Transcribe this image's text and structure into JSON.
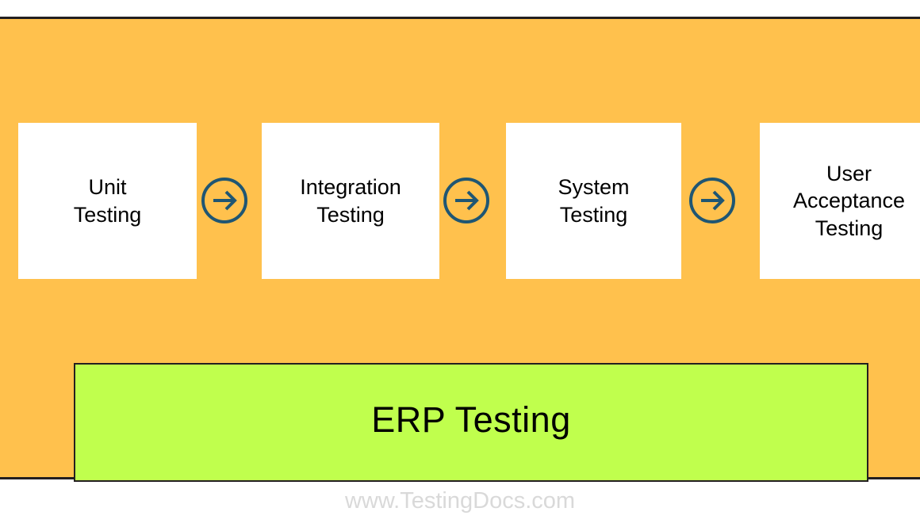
{
  "diagram": {
    "title_watermark": "www.TestingDocs.com",
    "colors": {
      "panel_background": "#FFC14D",
      "box_background": "#FFFFFF",
      "summary_background": "#C0FF4D",
      "arrow": "#1F5673",
      "text": "#000000",
      "border": "#231F20",
      "watermark_text": "#D9D9D9"
    },
    "stages": [
      {
        "label": "Unit\nTesting",
        "icon": "box-step"
      },
      {
        "label": "Integration\nTesting",
        "icon": "box-step"
      },
      {
        "label": "System\nTesting",
        "icon": "box-step"
      },
      {
        "label": "User\nAcceptance\nTesting",
        "icon": "box-step"
      }
    ],
    "connectors": [
      {
        "icon": "arrow-right-circle-icon"
      },
      {
        "icon": "arrow-right-circle-icon"
      },
      {
        "icon": "arrow-right-circle-icon"
      }
    ],
    "summary": {
      "label": "ERP Testing"
    }
  }
}
